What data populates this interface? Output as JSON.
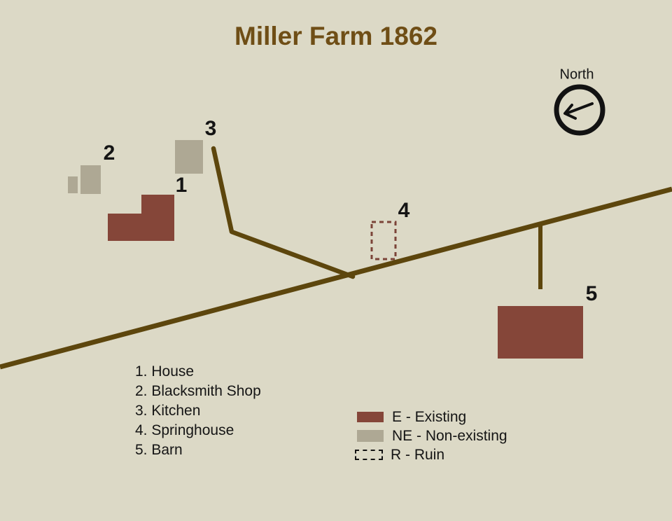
{
  "title": "Miller Farm 1862",
  "compass": {
    "label": "North"
  },
  "map_labels": {
    "house": "1",
    "blacksmith_shop": "2",
    "kitchen": "3",
    "springhouse": "4",
    "barn": "5"
  },
  "building_list": [
    "1. House",
    "2. Blacksmith Shop",
    "3. Kitchen",
    "4. Springhouse",
    "5. Barn"
  ],
  "legend": [
    {
      "key": "E",
      "label": "E - Existing",
      "swatch_color": "#854639"
    },
    {
      "key": "NE",
      "label": "NE - Non-existing",
      "swatch_color": "#AEA894"
    },
    {
      "key": "R",
      "label": "R - Ruin",
      "swatch_color": "dashed-outline"
    }
  ],
  "colors": {
    "background": "#DCD9C6",
    "existing_building": "#854639",
    "non_existing_building": "#AEA894",
    "road": "#5D460D",
    "ruin_outline": "#7B4438",
    "title_text": "#6F4E16",
    "text": "#151515"
  }
}
